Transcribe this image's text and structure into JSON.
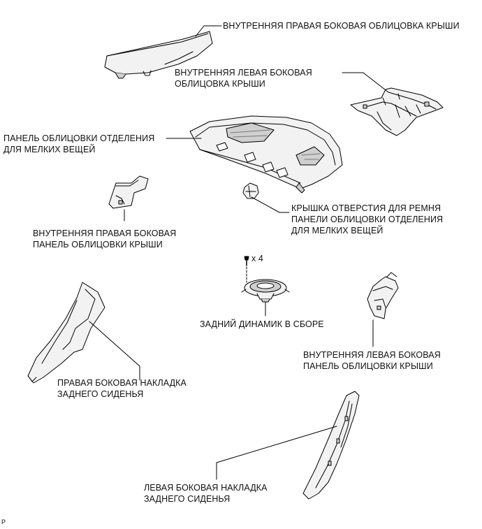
{
  "labels": {
    "roof_side_rh": [
      "ВНУТРЕННЯЯ ПРАВАЯ БОКОВАЯ ОБЛИЦОВКА КРЫШИ"
    ],
    "roof_side_lh": [
      "ВНУТРЕННЯЯ ЛЕВАЯ БОКОВАЯ",
      "ОБЛИЦОВКА КРЫШИ"
    ],
    "package_tray": [
      "ПАНЕЛЬ ОБЛИЦОВКИ ОТДЕЛЕНИЯ",
      "ДЛЯ МЕЛКИХ ВЕЩЕЙ"
    ],
    "belt_hole_cover": [
      "КРЫШКА ОТВЕРСТИЯ ДЛЯ РЕМНЯ",
      "ПАНЕЛИ ОБЛИЦОВКИ ОТДЕЛЕНИЯ",
      "ДЛЯ МЕЛКИХ ВЕЩЕЙ"
    ],
    "roof_panel_rh": [
      "ВНУТРЕННЯЯ ПРАВАЯ БОКОВАЯ",
      "ПАНЕЛЬ ОБЛИЦОВКИ КРЫШИ"
    ],
    "speaker_qty": "x 4",
    "speaker": [
      "ЗАДНИЙ ДИНАМИК В СБОРЕ"
    ],
    "roof_panel_lh": [
      "ВНУТРЕННЯЯ ЛЕВАЯ БОКОВАЯ",
      "ПАНЕЛЬ ОБЛИЦОВКИ КРЫШИ"
    ],
    "seat_side_rh": [
      "ПРАВАЯ БОКОВАЯ НАКЛАДКА",
      "ЗАДНЕГО СИДЕНЬЯ"
    ],
    "seat_side_lh": [
      "ЛЕВАЯ БОКОВАЯ НАКЛАДКА",
      "ЗАДНЕГО СИДЕНЬЯ"
    ]
  },
  "figure_code": "P",
  "colors": {
    "line": "#000000",
    "part_fill": "#f2f2f2",
    "shadow": "#cfcfcf"
  }
}
